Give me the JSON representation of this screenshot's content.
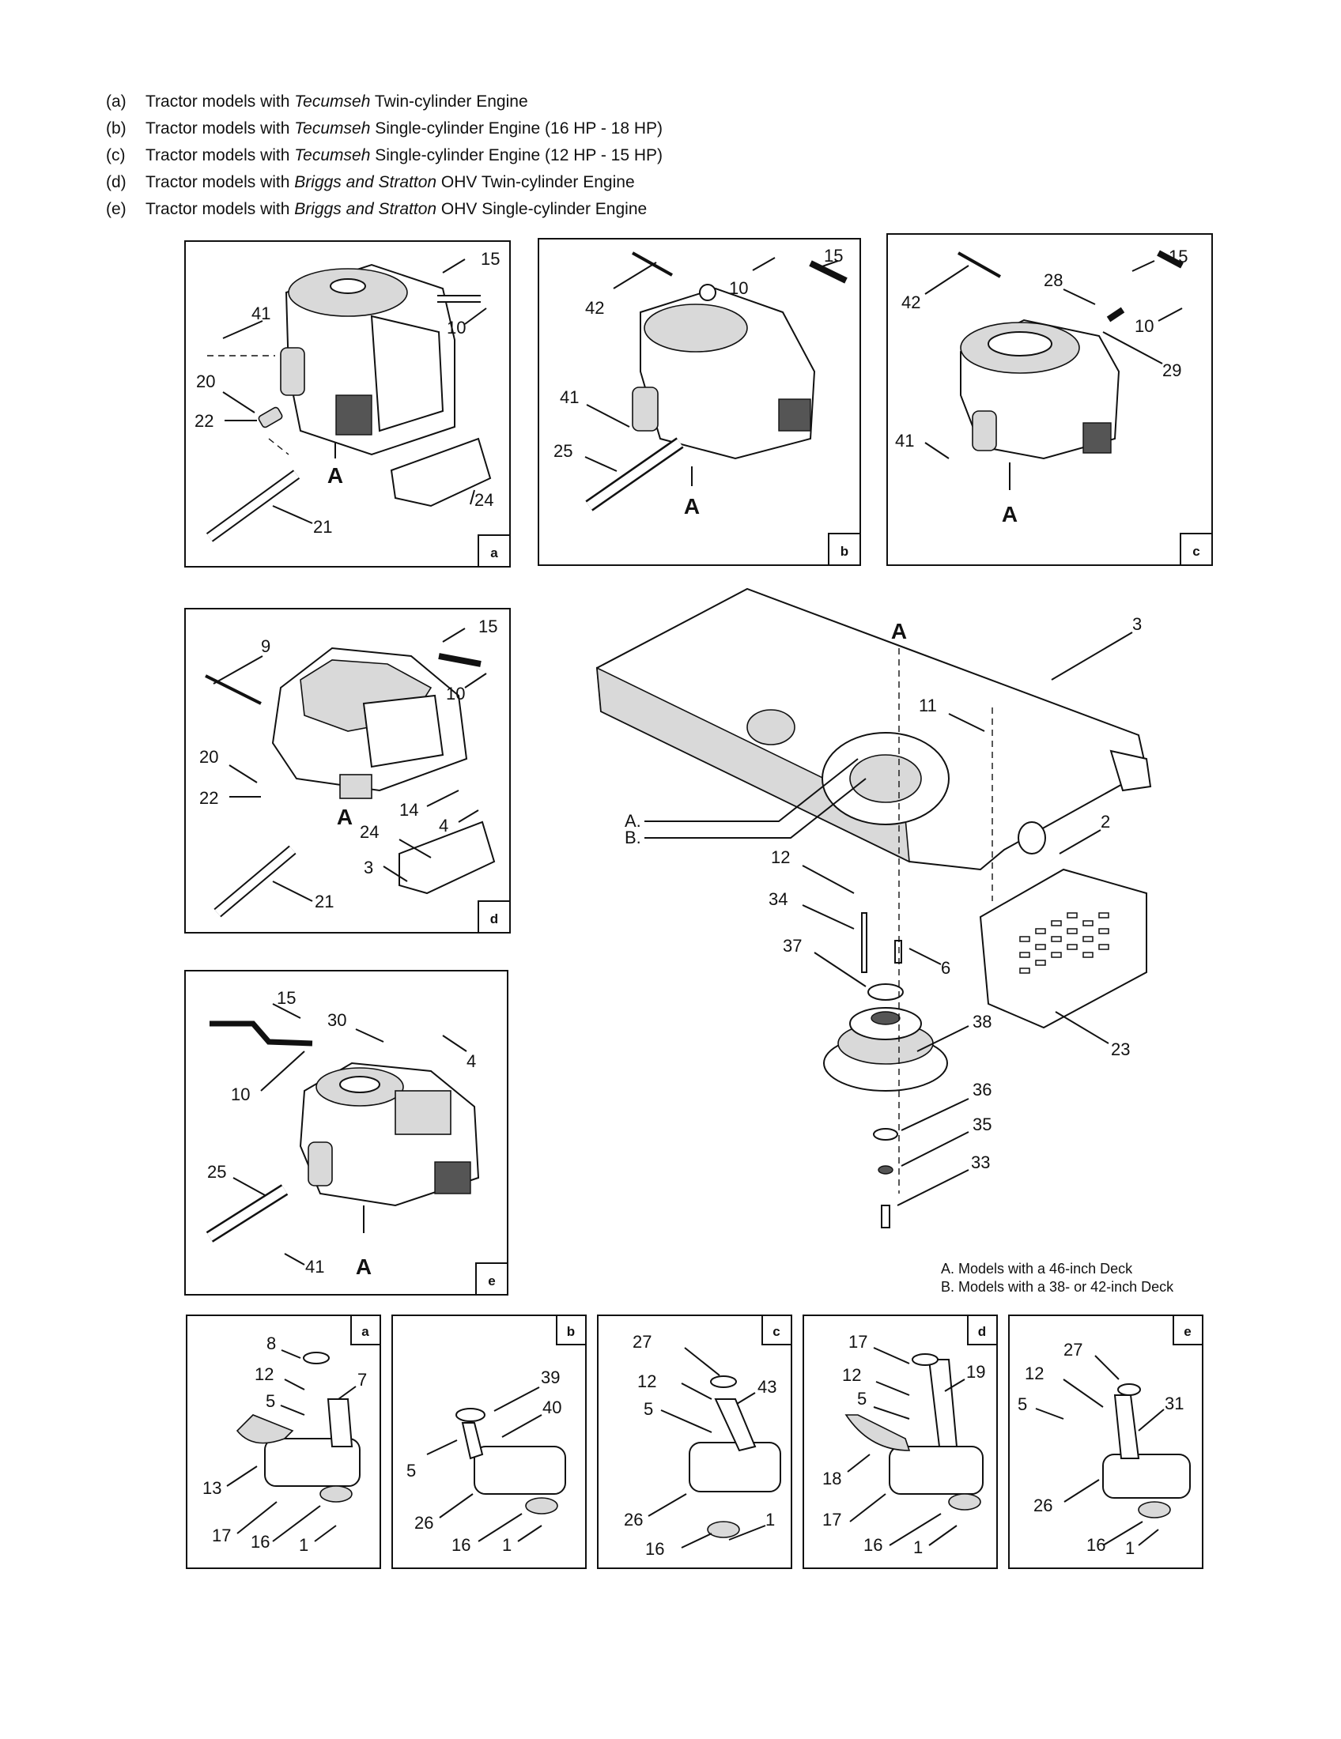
{
  "legend": [
    {
      "code": "(a)",
      "pre": "Tractor models with ",
      "brand": "Tecumseh",
      "post": " Twin-cylinder Engine"
    },
    {
      "code": "(b)",
      "pre": "Tractor models with ",
      "brand": "Tecumseh",
      "post": " Single-cylinder Engine (16 HP - 18 HP)"
    },
    {
      "code": "(c)",
      "pre": "Tractor models with ",
      "brand": "Tecumseh",
      "post": " Single-cylinder Engine (12 HP - 15 HP)"
    },
    {
      "code": "(d)",
      "pre": "Tractor models with ",
      "brand": "Briggs and Stratton",
      "post": " OHV Twin-cylinder Engine"
    },
    {
      "code": "(e)",
      "pre": "Tractor models with ",
      "brand": "Briggs and Stratton",
      "post": " OHV Single-cylinder Engine"
    }
  ],
  "notes": [
    "A. Models with a 46-inch Deck",
    "B. Models with a 38- or 42-inch Deck"
  ],
  "panels": {
    "a": {
      "tag": "a",
      "callouts": [
        "15",
        "41",
        "10",
        "20",
        "22",
        "A",
        "24",
        "21"
      ]
    },
    "b": {
      "tag": "b",
      "callouts": [
        "42",
        "10",
        "15",
        "41",
        "25",
        "A"
      ]
    },
    "c": {
      "tag": "c",
      "callouts": [
        "15",
        "42",
        "28",
        "10",
        "29",
        "41",
        "A"
      ]
    },
    "d": {
      "tag": "d",
      "callouts": [
        "15",
        "9",
        "10",
        "20",
        "22",
        "14",
        "4",
        "24",
        "A",
        "3",
        "21"
      ]
    },
    "e": {
      "tag": "e",
      "callouts": [
        "15",
        "30",
        "4",
        "10",
        "25",
        "41",
        "A"
      ]
    }
  },
  "main": {
    "callouts": [
      "A",
      "3",
      "11",
      "A.",
      "B.",
      "2",
      "12",
      "34",
      "37",
      "6",
      "38",
      "23",
      "36",
      "35",
      "33"
    ]
  },
  "mufflers": {
    "a": {
      "tag": "a",
      "callouts": [
        "8",
        "12",
        "7",
        "5",
        "13",
        "17",
        "16",
        "1"
      ]
    },
    "b": {
      "tag": "b",
      "callouts": [
        "39",
        "40",
        "5",
        "26",
        "16",
        "1"
      ]
    },
    "c": {
      "tag": "c",
      "callouts": [
        "27",
        "12",
        "43",
        "5",
        "26",
        "16",
        "1"
      ]
    },
    "d": {
      "tag": "d",
      "callouts": [
        "17",
        "12",
        "19",
        "5",
        "18",
        "17",
        "16",
        "1"
      ]
    },
    "e": {
      "tag": "e",
      "callouts": [
        "27",
        "12",
        "5",
        "31",
        "26",
        "16",
        "1"
      ]
    }
  }
}
